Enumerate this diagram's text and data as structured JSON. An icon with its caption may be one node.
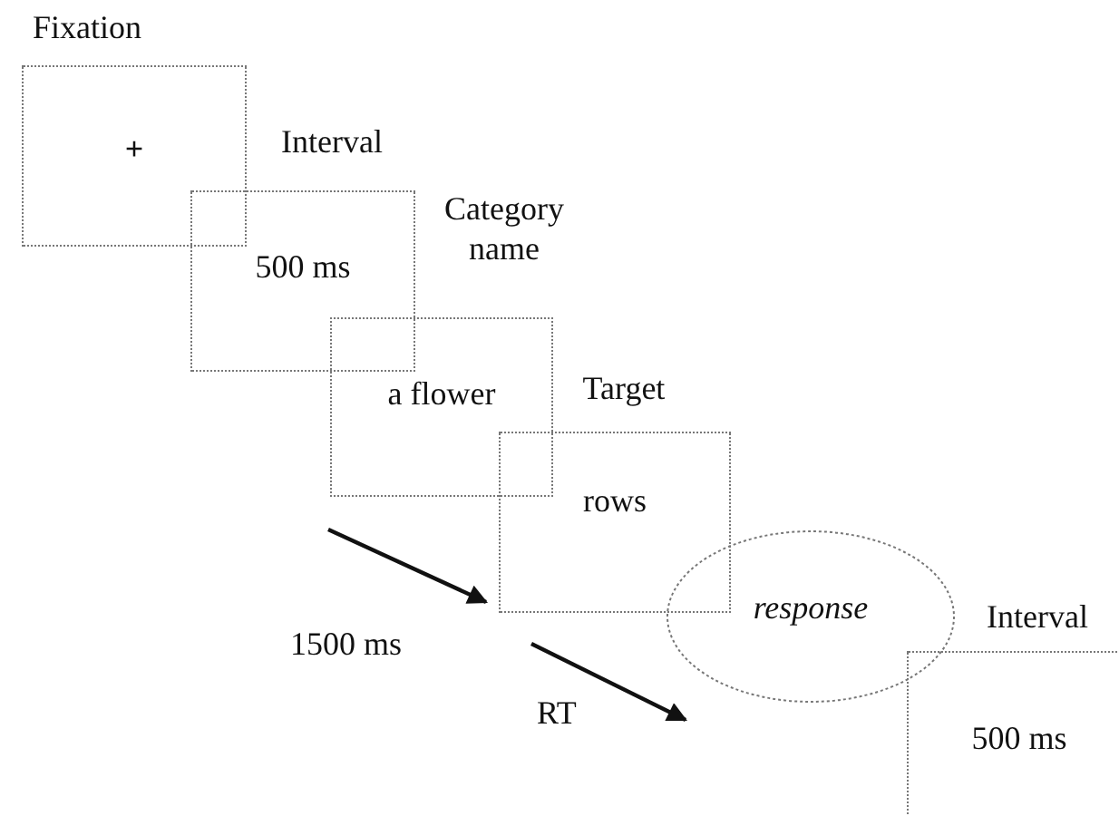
{
  "diagram": {
    "nodes": [
      {
        "text": [
          "Fixation",
          "+"
        ]
      },
      {
        "text": [
          "Interval",
          "500 ms"
        ]
      },
      {
        "text": [
          "Category name",
          "a flower"
        ]
      },
      {
        "text": [
          "Target",
          "rows"
        ]
      },
      {
        "text": [
          "*response*"
        ]
      },
      {
        "text": [
          "Interval",
          "500 ms"
        ]
      }
    ],
    "edges": [],
    "labels": [
      "1500 ms",
      "RT"
    ]
  }
}
